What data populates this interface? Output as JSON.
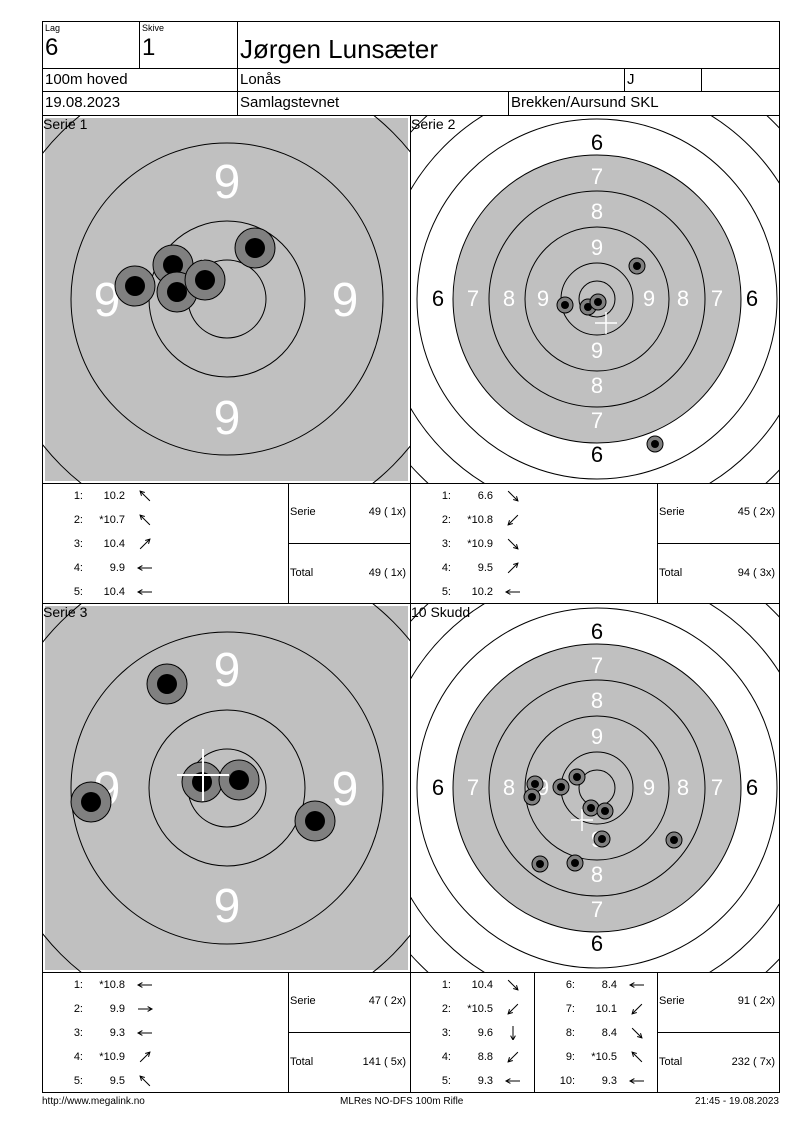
{
  "header": {
    "lag_label": "Lag",
    "lag_value": "6",
    "skive_label": "Skive",
    "skive_value": "1",
    "shooter_name": "Jørgen Lunsæter",
    "discipline": "100m hoved",
    "club": "Lonås",
    "class": "J",
    "date": "19.08.2023",
    "event": "Samlagstevnet",
    "organizer": "Brekken/Aursund SKL"
  },
  "panels": [
    {
      "title": "Serie 1",
      "zoom": "inner",
      "shots": [
        {
          "n": "1:",
          "v": "10.2",
          "dir": "nw"
        },
        {
          "n": "2:",
          "v": "*10.7",
          "dir": "nw"
        },
        {
          "n": "3:",
          "v": "10.4",
          "dir": "ne"
        },
        {
          "n": "4:",
          "v": "9.9",
          "dir": "w"
        },
        {
          "n": "5:",
          "v": "10.4",
          "dir": "w"
        }
      ],
      "serie_label": "Serie",
      "serie_value": "49 ( 1x)",
      "total_label": "Total",
      "total_value": "49 ( 1x)"
    },
    {
      "title": "Serie 2",
      "zoom": "outer",
      "shots": [
        {
          "n": "1:",
          "v": "6.6",
          "dir": "se"
        },
        {
          "n": "2:",
          "v": "*10.8",
          "dir": "sw"
        },
        {
          "n": "3:",
          "v": "*10.9",
          "dir": "se"
        },
        {
          "n": "4:",
          "v": "9.5",
          "dir": "ne"
        },
        {
          "n": "5:",
          "v": "10.2",
          "dir": "w"
        }
      ],
      "serie_label": "Serie",
      "serie_value": "45 ( 2x)",
      "total_label": "Total",
      "total_value": "94 ( 3x)"
    },
    {
      "title": "Serie 3",
      "zoom": "inner",
      "shots": [
        {
          "n": "1:",
          "v": "*10.8",
          "dir": "w"
        },
        {
          "n": "2:",
          "v": "9.9",
          "dir": "e"
        },
        {
          "n": "3:",
          "v": "9.3",
          "dir": "w"
        },
        {
          "n": "4:",
          "v": "*10.9",
          "dir": "ne"
        },
        {
          "n": "5:",
          "v": "9.5",
          "dir": "nw"
        }
      ],
      "serie_label": "Serie",
      "serie_value": "47 ( 2x)",
      "total_label": "Total",
      "total_value": "141 ( 5x)"
    },
    {
      "title": "10 Skudd",
      "zoom": "outer",
      "shots": [
        {
          "n": "1:",
          "v": "10.4",
          "dir": "se"
        },
        {
          "n": "2:",
          "v": "*10.5",
          "dir": "sw"
        },
        {
          "n": "3:",
          "v": "9.6",
          "dir": "s"
        },
        {
          "n": "4:",
          "v": "8.8",
          "dir": "sw"
        },
        {
          "n": "5:",
          "v": "9.3",
          "dir": "w"
        },
        {
          "n": "6:",
          "v": "8.4",
          "dir": "w"
        },
        {
          "n": "7:",
          "v": "10.1",
          "dir": "sw"
        },
        {
          "n": "8:",
          "v": "8.4",
          "dir": "se"
        },
        {
          "n": "9:",
          "v": "*10.5",
          "dir": "nw"
        },
        {
          "n": "10:",
          "v": "9.3",
          "dir": "w"
        }
      ],
      "serie_label": "Serie",
      "serie_value": "91 ( 2x)",
      "total_label": "Total",
      "total_value": "232 ( 7x)"
    }
  ],
  "target_labels": {
    "inner_ring": "9",
    "ring6": "6",
    "ring7": "7",
    "ring8": "8",
    "ring9": "9"
  },
  "footer": {
    "url": "http://www.megalink.no",
    "program": "MLRes NO-DFS 100m Rifle",
    "timestamp": "21:45 - 19.08.2023"
  },
  "colors": {
    "target_grey": "#c0c0c0",
    "hole_grey": "#808080",
    "hole_black": "#000000"
  }
}
